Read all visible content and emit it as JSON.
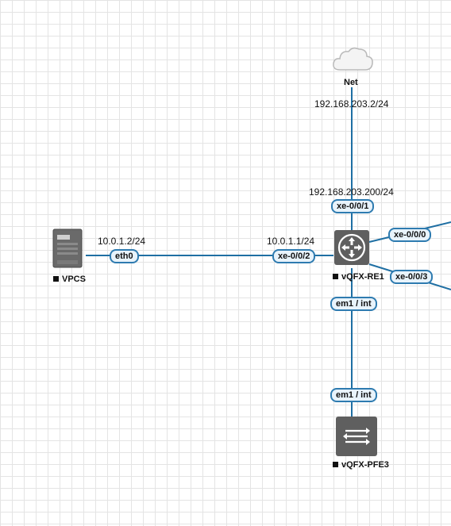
{
  "nodes": {
    "net": {
      "label": "Net",
      "icon": "cloud-icon"
    },
    "vpcs": {
      "label": "VPCS",
      "icon": "server-icon"
    },
    "re1": {
      "label": "vQFX-RE1",
      "icon": "router-icon"
    },
    "pfe3": {
      "label": "vQFX-PFE3",
      "icon": "switch-icon"
    }
  },
  "addresses": {
    "net_ip": "192.168.203.2/24",
    "re1_ext_ip": "192.168.203.200/24",
    "vpcs_ip": "10.0.1.2/24",
    "re1_int_ip": "10.0.1.1/24"
  },
  "interfaces": {
    "re1_xe001": "xe-0/0/1",
    "re1_xe002": "xe-0/0/2",
    "re1_xe000": "xe-0/0/0",
    "re1_xe003": "xe-0/0/3",
    "vpcs_eth0": "eth0",
    "re1_em1": "em1 / int",
    "pfe3_em1": "em1 / int"
  },
  "colors": {
    "link": "#1f6fa3",
    "label_border": "#2e7bb0",
    "label_fill": "#e8f3fb",
    "device": "#5f5f5f"
  }
}
